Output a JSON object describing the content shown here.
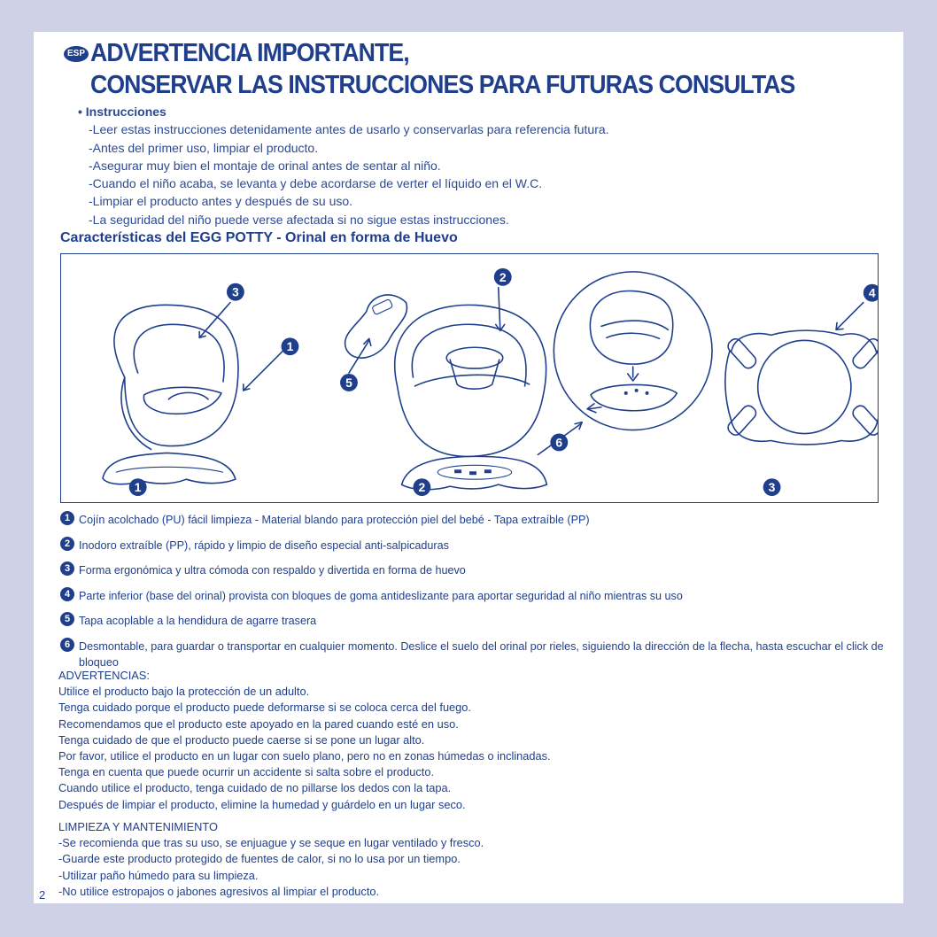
{
  "header": {
    "badge": "ESP",
    "line1": "ADVERTENCIA IMPORTANTE,",
    "line2": "CONSERVAR LAS INSTRUCCIONES PARA FUTURAS CONSULTAS"
  },
  "instructions": {
    "heading": "Instrucciones",
    "items": [
      "-Leer estas instrucciones detenidamente antes de usarlo y conservarlas para referencia futura.",
      "-Antes del primer uso, limpiar el producto.",
      "-Asegurar muy bien el montaje de orinal antes de sentar al niño.",
      "-Cuando el niño acaba, se levanta y debe acordarse de verter el líquido en el W.C.",
      "-Limpiar el producto antes y después de su uso.",
      "-La seguridad del niño puede verse afectada si no sigue estas instrucciones."
    ]
  },
  "features_title": "Características del EGG POTTY - Orinal en forma de Huevo",
  "figure_numbers": [
    "1",
    "2",
    "3",
    "4",
    "5",
    "6"
  ],
  "legend": [
    {
      "num": "1",
      "text": "Cojín acolchado (PU) fácil limpieza - Material blando para protección piel del bebé - Tapa extraíble (PP)"
    },
    {
      "num": "2",
      "text": "Inodoro extraíble (PP), rápido y limpio de diseño especial anti-salpicaduras"
    },
    {
      "num": "3",
      "text": "Forma ergonómica y ultra cómoda con respaldo y divertida en forma de huevo"
    },
    {
      "num": "4",
      "text": "Parte inferior (base del orinal) provista con bloques de goma antideslizante para aportar seguridad al niño mientras su uso"
    },
    {
      "num": "5",
      "text": "Tapa acoplable a la hendidura de agarre trasera"
    },
    {
      "num": "6",
      "text": "Desmontable, para guardar o transportar en cualquier momento. Deslice el suelo del orinal por rieles, siguiendo la dirección de la flecha, hasta escuchar el click de bloqueo"
    }
  ],
  "warnings": {
    "heading": "ADVERTENCIAS:",
    "lines": [
      "Utilice el producto bajo la protección de un adulto.",
      "Tenga cuidado porque el producto puede deformarse si se coloca cerca del fuego.",
      "Recomendamos que el producto este apoyado en la pared cuando esté en uso.",
      "Tenga cuidado de que el producto puede caerse si se pone un lugar alto.",
      "Por favor, utilice el producto en un lugar con suelo plano, pero no en zonas húmedas o inclinadas.",
      "Tenga en cuenta que puede ocurrir un accidente si salta sobre el producto.",
      "Cuando utilice el producto, tenga cuidado de no pillarse los dedos con la tapa.",
      "Después de limpiar el producto, elimine la humedad y guárdelo en un lugar seco."
    ]
  },
  "cleaning": {
    "heading": "LIMPIEZA Y MANTENIMIENTO",
    "lines": [
      "-Se recomienda que tras su uso, se enjuague y se seque en lugar ventilado y fresco.",
      "-Guarde este producto protegido de fuentes de calor, si no lo usa por un tiempo.",
      "-Utilizar paño húmedo para su limpieza.",
      "-No utilice estropajos o jabones agresivos al limpiar el producto."
    ]
  },
  "page_number": "2",
  "colors": {
    "ink": "#1f3f8c",
    "background": "#cfd1e6",
    "paper": "#ffffff"
  }
}
